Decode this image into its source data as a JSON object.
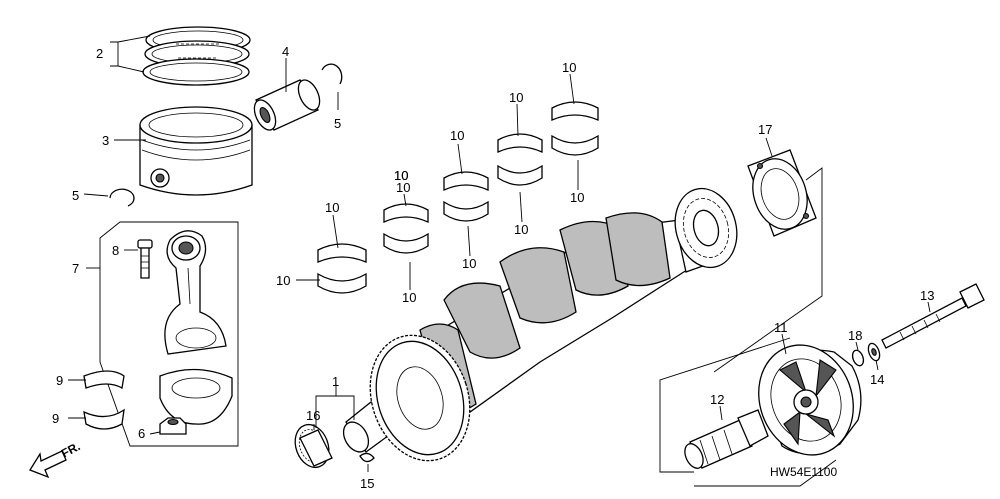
{
  "diagram_code": "HW54E1100",
  "direction_label": "FR.",
  "callouts": {
    "c1": "1",
    "c2": "2",
    "c3": "3",
    "c4": "4",
    "c5a": "5",
    "c5b": "5",
    "c6": "6",
    "c7": "7",
    "c8": "8",
    "c9a": "9",
    "c9b": "9",
    "c10_1": "10",
    "c10_2": "10",
    "c10_3": "10",
    "c10_4": "10",
    "c10_5": "10",
    "c10_6": "10",
    "c10_7": "10",
    "c10_8": "10",
    "c10_9": "10",
    "c10_10": "10",
    "c10_11": "10",
    "c10_12": "10",
    "c11": "11",
    "c12": "12",
    "c13": "13",
    "c14": "14",
    "c15": "15",
    "c16": "16",
    "c17": "17",
    "c18": "18"
  }
}
